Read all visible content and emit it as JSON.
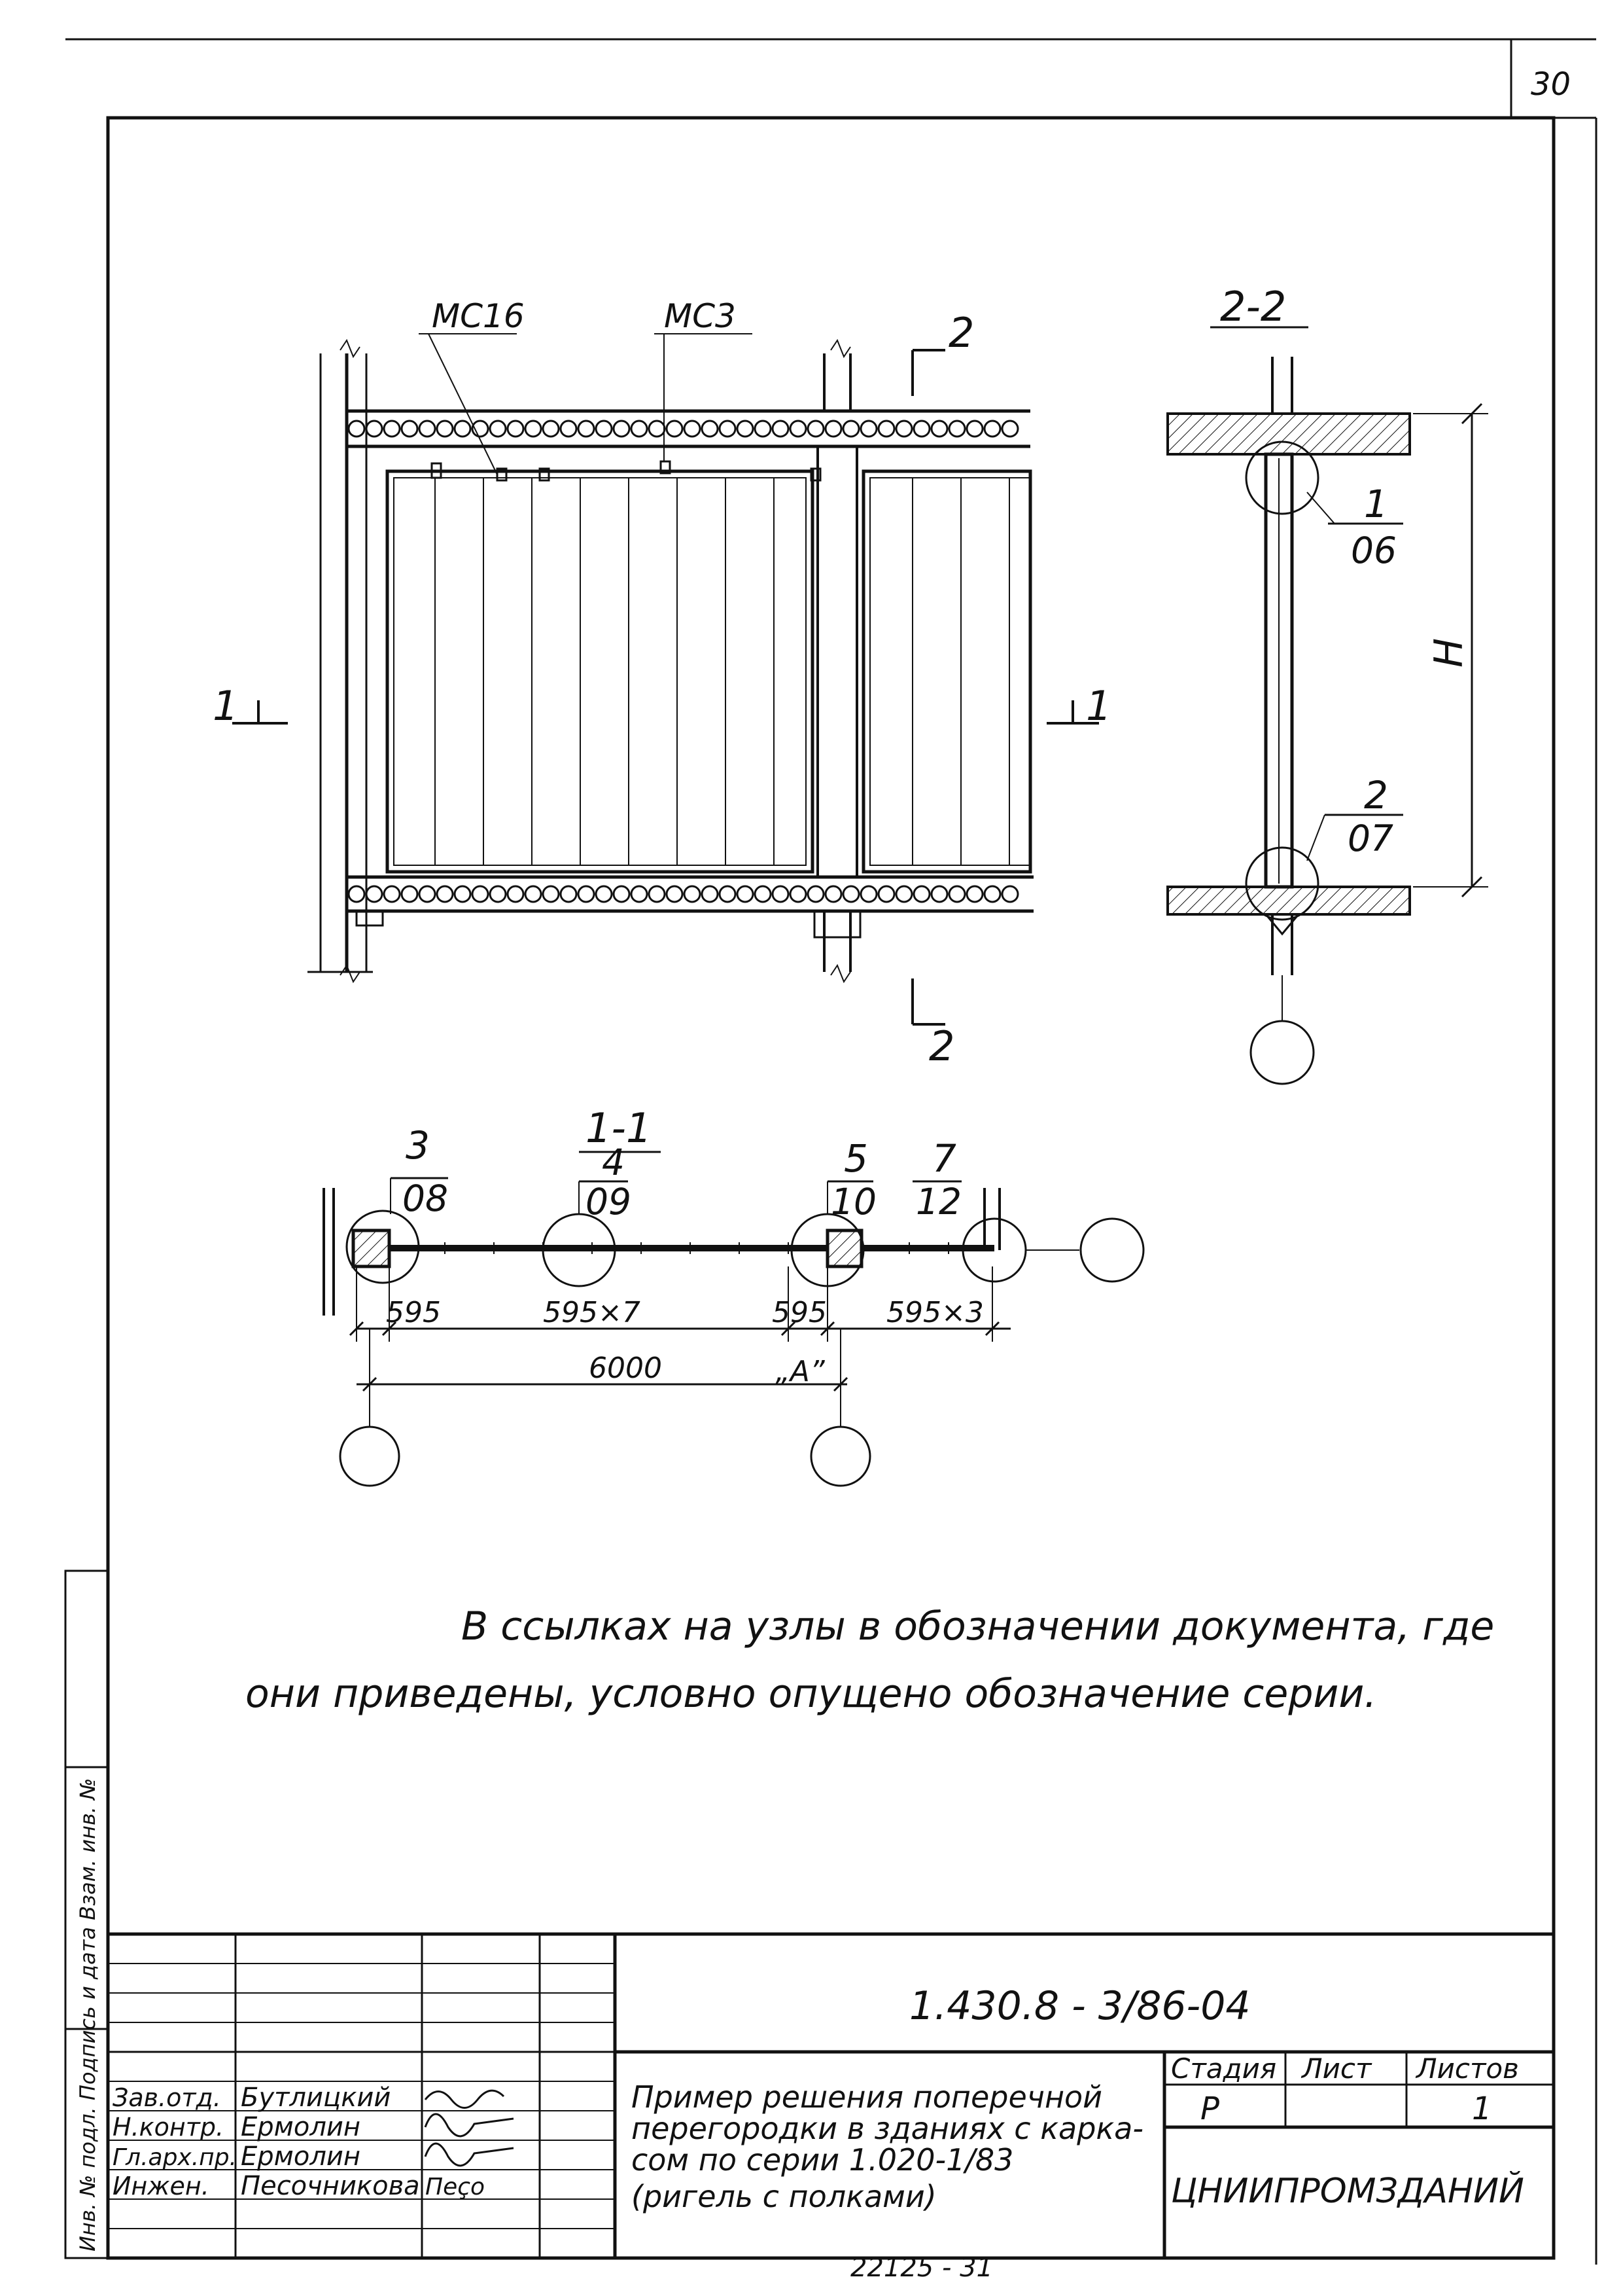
{
  "sheet": {
    "page_number": "30",
    "document_code": "1.430.8 - 3/86-04",
    "organization": "ЦНИИПРОМЗДАНИЙ",
    "title_lines": [
      "Пример решения поперечной",
      "перегородки в зданиях с карка-",
      "сом по серии 1.020-1/83",
      "(ригель с полками)"
    ],
    "stage_header": "Стадия",
    "sheet_header": "Лист",
    "sheets_header": "Листов",
    "stage_value": "Р",
    "sheets_value": "1",
    "bottom_partial": "22125 - 31",
    "side_stamp": "Инв. № подл.   Подпись и дата   Взам. инв. №"
  },
  "signatures": [
    {
      "role": "Зав.отд.",
      "name": "Бутлицкий"
    },
    {
      "role": "Н.контр.",
      "name": "Ермолин"
    },
    {
      "role": "Гл.арх.пр.",
      "name": "Ермолин"
    },
    {
      "role": "Инжен.",
      "name": "Песочникова",
      "sign_text": "Пеҫо"
    }
  ],
  "elevation": {
    "label_mc16": "МС16",
    "label_mc3": "МС3",
    "cut1_left": "1",
    "cut1_right": "1",
    "cut2_top": "2",
    "cut2_bottom": "2"
  },
  "section_2_2": {
    "title": "2-2",
    "height_label": "Н",
    "node_top": {
      "num": "1",
      "sheet": "06"
    },
    "node_bottom": {
      "num": "2",
      "sheet": "07"
    }
  },
  "section_1_1": {
    "title": "1-1",
    "nodes": [
      {
        "num": "3",
        "sheet": "08"
      },
      {
        "num": "4",
        "sheet": "09"
      },
      {
        "num": "5",
        "sheet": "10"
      },
      {
        "num": "7",
        "sheet": "12"
      }
    ],
    "dims": [
      "595",
      "595×7",
      "595",
      "595×3"
    ],
    "total": "6000",
    "axis_label": "„А”"
  },
  "note": {
    "line1": "В ссылках на узлы в обозначении документа, где",
    "line2": "они приведены, условно опущено обозначение серии."
  }
}
